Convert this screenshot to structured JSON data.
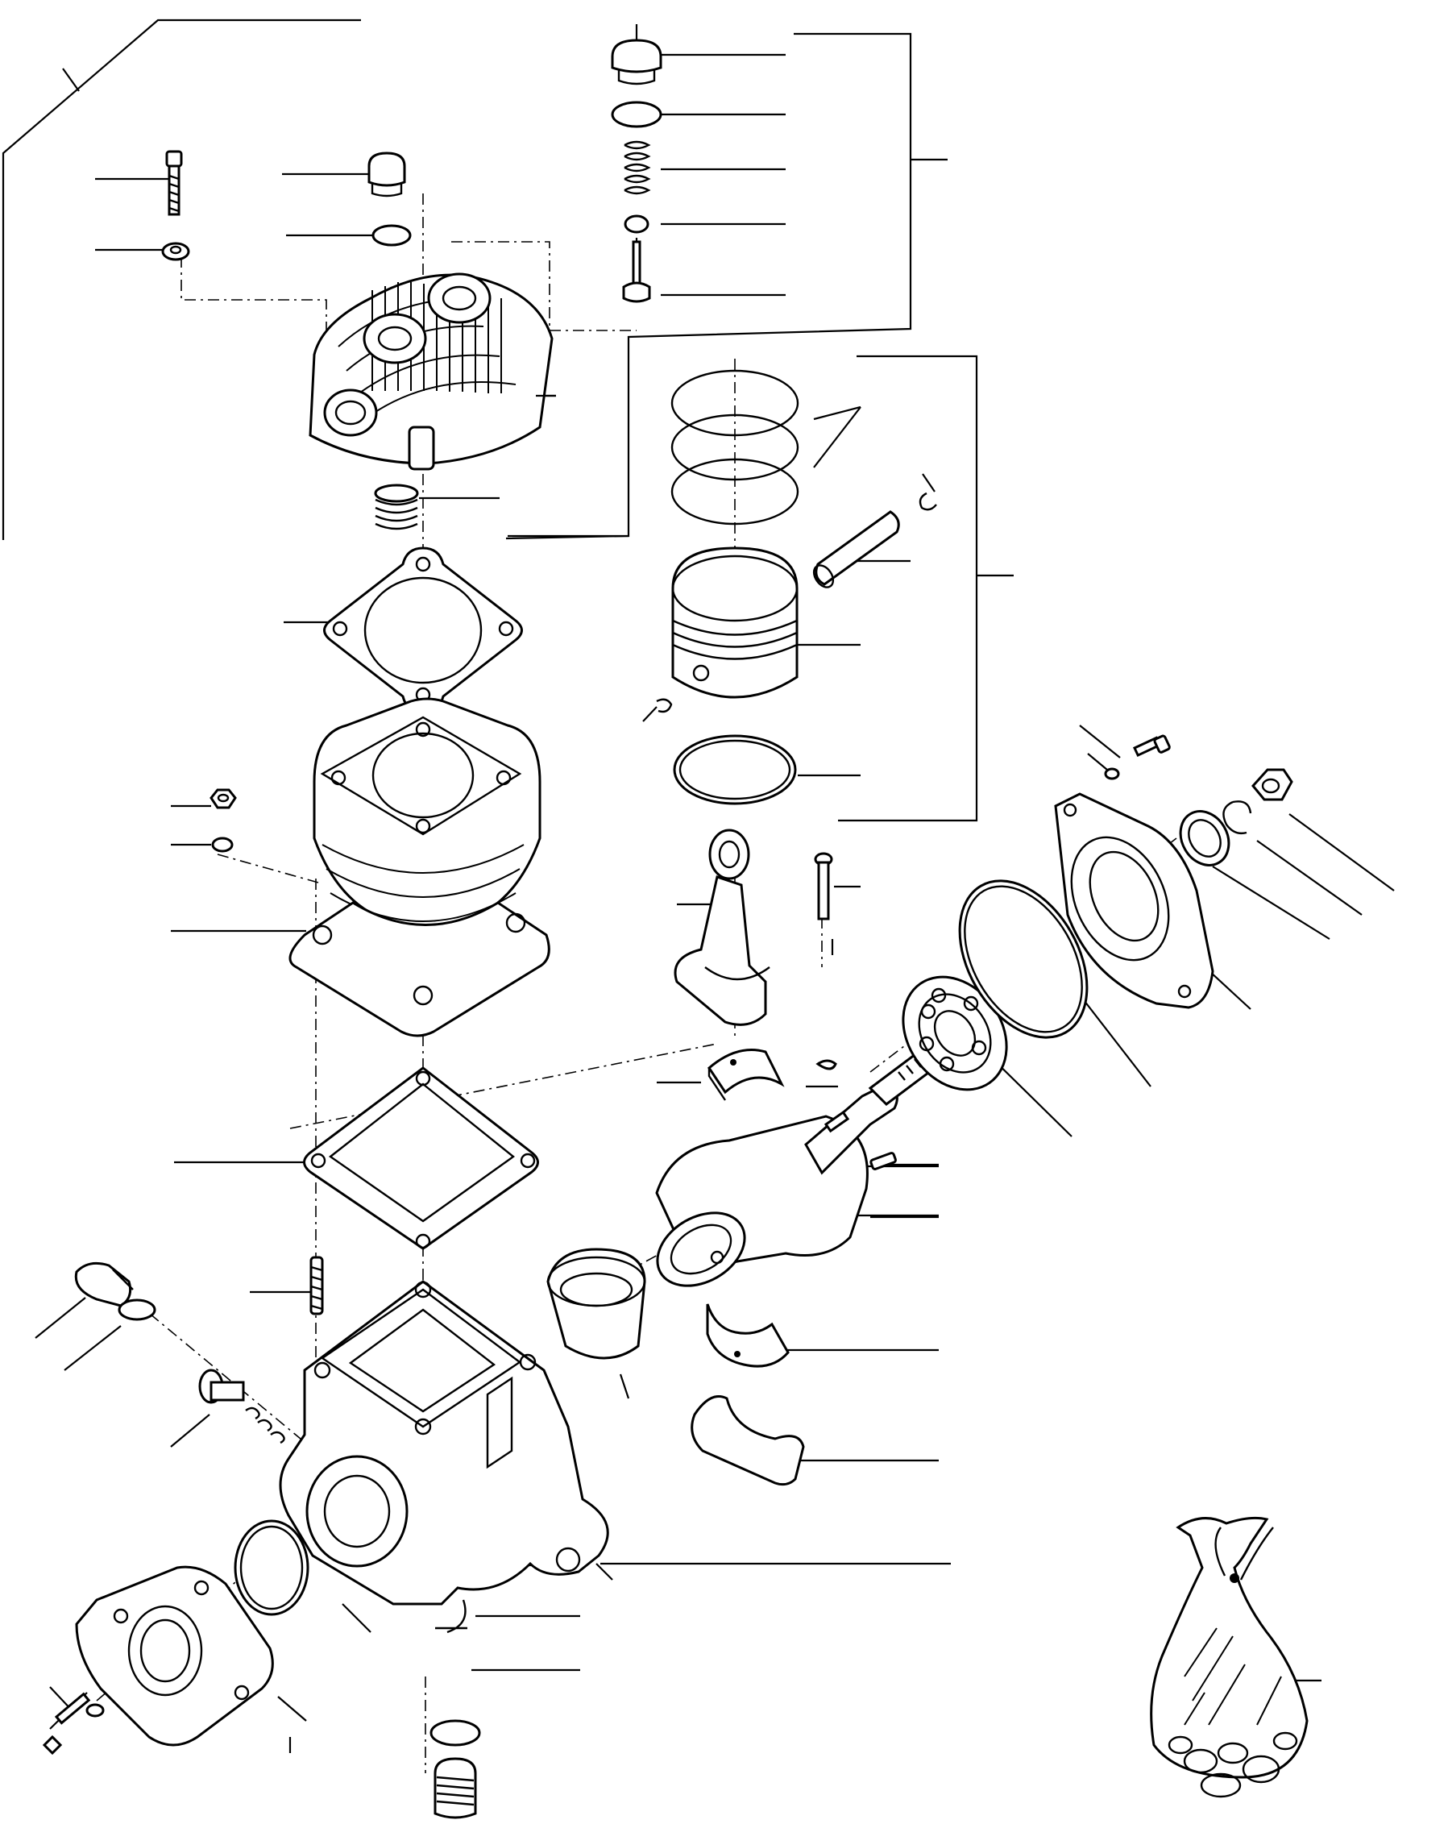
{
  "figure": {
    "type": "exploded-parts-diagram",
    "subject": "air compressor",
    "text_labels": []
  },
  "parts": [
    {
      "name": "cylinder-head",
      "icon": "cylinder-head-icon"
    },
    {
      "name": "head-bolt",
      "icon": "bolt-icon"
    },
    {
      "name": "head-washer",
      "icon": "washer-icon"
    },
    {
      "name": "head-plug",
      "icon": "plug-icon"
    },
    {
      "name": "head-plug-gasket",
      "icon": "o-ring-icon"
    },
    {
      "name": "valve-cap",
      "icon": "cap-icon"
    },
    {
      "name": "valve-cap-seal",
      "icon": "o-ring-icon"
    },
    {
      "name": "valve-spring",
      "icon": "spring-icon"
    },
    {
      "name": "valve-seat",
      "icon": "seat-icon"
    },
    {
      "name": "valve",
      "icon": "valve-icon"
    },
    {
      "name": "intake-spring",
      "icon": "spring-icon"
    },
    {
      "name": "head-gasket",
      "icon": "gasket-icon"
    },
    {
      "name": "cylinder",
      "icon": "cylinder-icon"
    },
    {
      "name": "cylinder-nut",
      "icon": "nut-icon"
    },
    {
      "name": "cylinder-washer",
      "icon": "washer-icon"
    },
    {
      "name": "base-gasket",
      "icon": "gasket-icon"
    },
    {
      "name": "stud",
      "icon": "stud-icon"
    },
    {
      "name": "crankcase",
      "icon": "crankcase-icon"
    },
    {
      "name": "piston-rings",
      "icon": "ring-icon"
    },
    {
      "name": "wrist-pin",
      "icon": "pin-icon"
    },
    {
      "name": "snap-ring",
      "icon": "clip-icon"
    },
    {
      "name": "piston",
      "icon": "piston-icon"
    },
    {
      "name": "oil-ring",
      "icon": "ring-icon"
    },
    {
      "name": "connecting-rod",
      "icon": "connecting-rod-icon"
    },
    {
      "name": "rod-bolt",
      "icon": "bolt-icon"
    },
    {
      "name": "rod-bearing-upper",
      "icon": "bearing-shell-icon"
    },
    {
      "name": "rod-bearing-lower",
      "icon": "bearing-shell-icon"
    },
    {
      "name": "rod-cap",
      "icon": "rod-cap-icon"
    },
    {
      "name": "crankshaft",
      "icon": "crankshaft-icon"
    },
    {
      "name": "woodruff-key",
      "icon": "key-icon"
    },
    {
      "name": "crank-screw",
      "icon": "screw-icon"
    },
    {
      "name": "ball-bearing",
      "icon": "ball-bearing-icon"
    },
    {
      "name": "front-o-ring",
      "icon": "o-ring-icon"
    },
    {
      "name": "front-cover",
      "icon": "cover-plate-icon"
    },
    {
      "name": "oil-seal",
      "icon": "seal-icon"
    },
    {
      "name": "retaining-ring",
      "icon": "clip-icon"
    },
    {
      "name": "shaft-nut",
      "icon": "nut-icon"
    },
    {
      "name": "cover-screw",
      "icon": "screw-icon"
    },
    {
      "name": "sleeve-bushing",
      "icon": "bushing-icon"
    },
    {
      "name": "rear-cover",
      "icon": "cover-plate-icon"
    },
    {
      "name": "rear-o-ring",
      "icon": "o-ring-icon"
    },
    {
      "name": "drain-plug",
      "icon": "plug-icon"
    },
    {
      "name": "drain-plug-seal",
      "icon": "o-ring-icon"
    },
    {
      "name": "banjo-fitting",
      "icon": "fitting-icon"
    },
    {
      "name": "side-plug",
      "icon": "plug-icon"
    },
    {
      "name": "side-plug-seal",
      "icon": "o-ring-icon"
    },
    {
      "name": "gasket-kit-bag",
      "icon": "bag-icon"
    }
  ]
}
